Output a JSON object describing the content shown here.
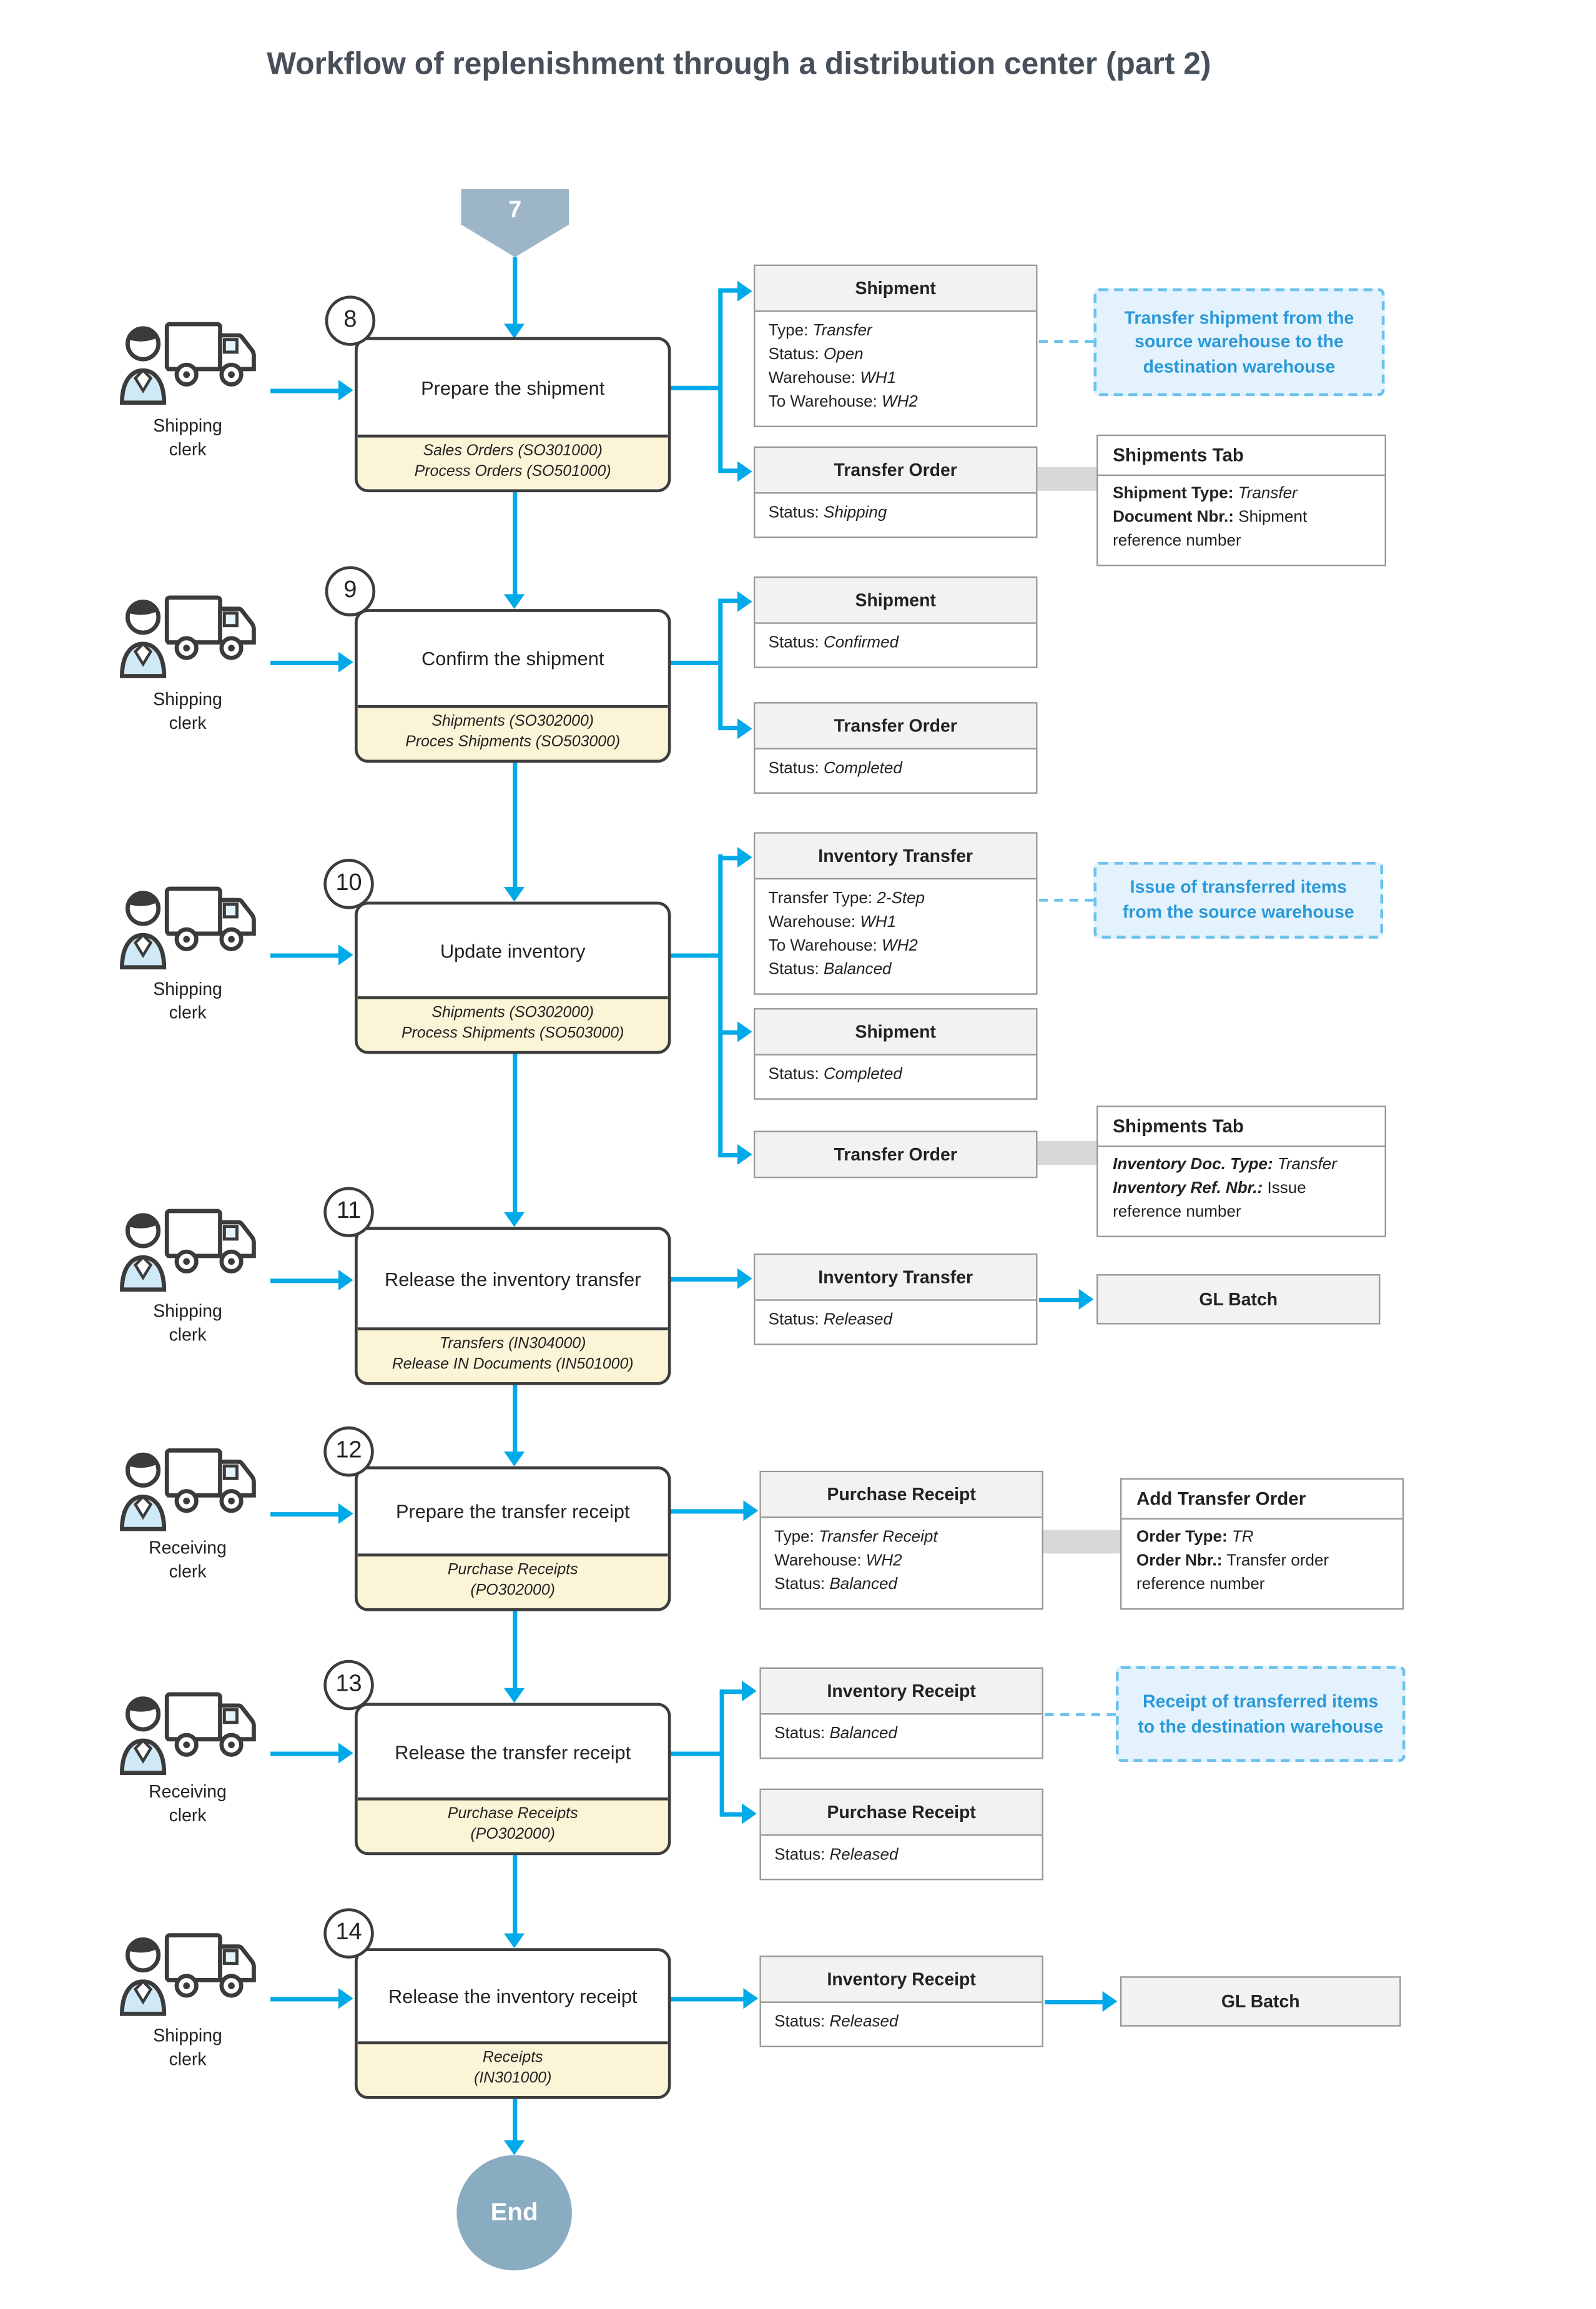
{
  "title": "Workflow of replenishment through a distribution center (part 2)",
  "start_connector": "7",
  "end_label": "End",
  "gl_batch": "GL Batch",
  "steps": [
    {
      "number": "8",
      "actor": "Shipping\nclerk",
      "label": "Prepare the shipment",
      "screens": "Sales Orders (SO301000)\nProcess Orders (SO501000)"
    },
    {
      "number": "9",
      "actor": "Shipping\nclerk",
      "label": "Confirm the shipment",
      "screens": "Shipments (SO302000)\nProces Shipments (SO503000)"
    },
    {
      "number": "10",
      "actor": "Shipping\nclerk",
      "label": "Update inventory",
      "screens": "Shipments (SO302000)\nProcess Shipments (SO503000)"
    },
    {
      "number": "11",
      "actor": "Shipping\nclerk",
      "label": "Release the inventory transfer",
      "screens": "Transfers (IN304000)\nRelease IN Documents (IN501000)"
    },
    {
      "number": "12",
      "actor": "Receiving\nclerk",
      "label": "Prepare the transfer receipt",
      "screens": "Purchase Receipts\n(PO302000)"
    },
    {
      "number": "13",
      "actor": "Receiving\nclerk",
      "label": "Release the transfer receipt",
      "screens": "Purchase Receipts\n(PO302000)"
    },
    {
      "number": "14",
      "actor": "Shipping\nclerk",
      "label": "Release the inventory receipt",
      "screens": "Receipts\n(IN301000)"
    }
  ],
  "docs": {
    "s8_shipment": {
      "title": "Shipment",
      "lines": [
        [
          "Type:",
          " Transfer"
        ],
        [
          "Status:",
          " Open"
        ],
        [
          "Warehouse:",
          " WH1"
        ],
        [
          "To Warehouse:",
          " WH2"
        ]
      ]
    },
    "s8_transfer_order": {
      "title": "Transfer Order",
      "lines": [
        [
          "Status:",
          " Shipping"
        ]
      ]
    },
    "s9_shipment": {
      "title": "Shipment",
      "lines": [
        [
          "Status:",
          " Confirmed"
        ]
      ]
    },
    "s9_transfer_order": {
      "title": "Transfer Order",
      "lines": [
        [
          "Status:",
          " Completed"
        ]
      ]
    },
    "s10_inventory_transfer": {
      "title": "Inventory Transfer",
      "lines": [
        [
          "Transfer Type:",
          " 2-Step"
        ],
        [
          "Warehouse:",
          " WH1"
        ],
        [
          "To Warehouse:",
          " WH2"
        ],
        [
          "Status:",
          " Balanced"
        ]
      ]
    },
    "s10_shipment": {
      "title": "Shipment",
      "lines": [
        [
          "Status:",
          " Completed"
        ]
      ]
    },
    "s10_transfer_order": {
      "title": "Transfer Order",
      "lines": []
    },
    "s11_inventory_transfer": {
      "title": "Inventory Transfer",
      "lines": [
        [
          "Status:",
          " Released"
        ]
      ]
    },
    "s12_purchase_receipt": {
      "title": "Purchase Receipt",
      "lines": [
        [
          "Type:",
          " Transfer Receipt"
        ],
        [
          "Warehouse:",
          " WH2"
        ],
        [
          "Status:",
          " Balanced"
        ]
      ]
    },
    "s13_inventory_receipt": {
      "title": "Inventory Receipt",
      "lines": [
        [
          "Status:",
          " Balanced"
        ]
      ]
    },
    "s13_purchase_receipt": {
      "title": "Purchase Receipt",
      "lines": [
        [
          "Status:",
          " Released"
        ]
      ]
    },
    "s14_inventory_receipt": {
      "title": "Inventory Receipt",
      "lines": [
        [
          "Status:",
          " Released"
        ]
      ]
    }
  },
  "notes": {
    "transfer_shipment": "Transfer shipment from the source warehouse to the destination warehouse",
    "issue_items": "Issue of transferred items from the source warehouse",
    "receipt_items": "Receipt of transferred items to the destination warehouse"
  },
  "tabs": {
    "shipments_tab_1": {
      "title": "Shipments Tab",
      "lines": [
        [
          "Shipment Type:",
          " Transfer"
        ],
        [
          "Document Nbr.:",
          " Shipment reference number"
        ]
      ]
    },
    "shipments_tab_2": {
      "title": "Shipments Tab",
      "lines": [
        [
          "Inventory Doc. Type:",
          " Transfer"
        ],
        [
          "Inventory Ref. Nbr.:",
          " Issue reference number"
        ]
      ]
    },
    "add_transfer_order": {
      "title": "Add Transfer Order",
      "lines": [
        [
          "Order Type:",
          " TR"
        ],
        [
          "Order Nbr.:",
          " Transfer order reference number"
        ]
      ]
    }
  }
}
